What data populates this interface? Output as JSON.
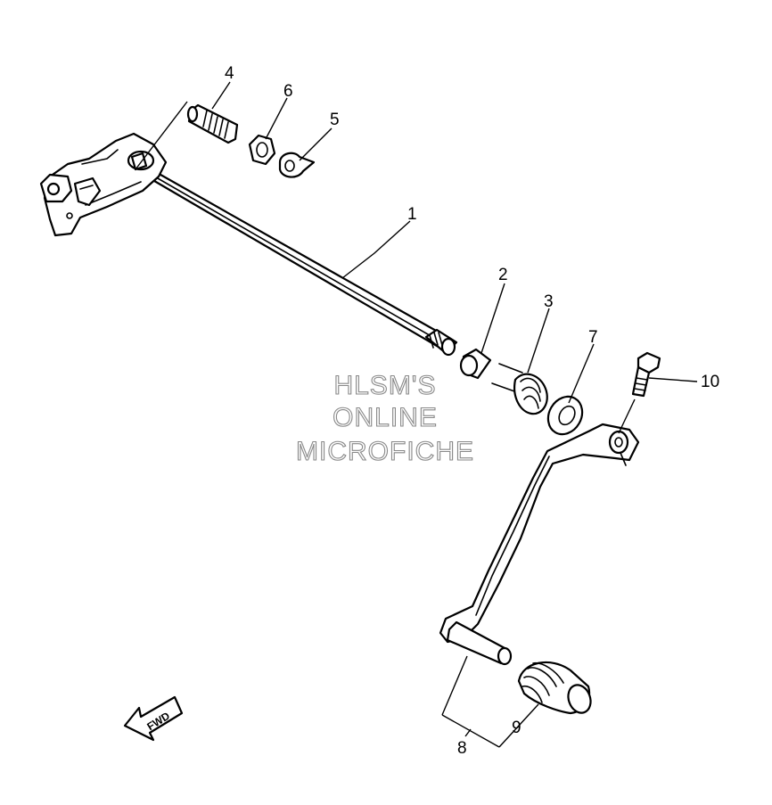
{
  "callouts": {
    "p1": "1",
    "p2": "2",
    "p3": "3",
    "p4": "4",
    "p5": "5",
    "p6": "6",
    "p7": "7",
    "p8": "8",
    "p9": "9",
    "p10": "10"
  },
  "watermark": {
    "line1": "HLSM'S",
    "line2": "ONLINE",
    "line3": "MICROFICHE"
  },
  "direction_label": "FWD"
}
